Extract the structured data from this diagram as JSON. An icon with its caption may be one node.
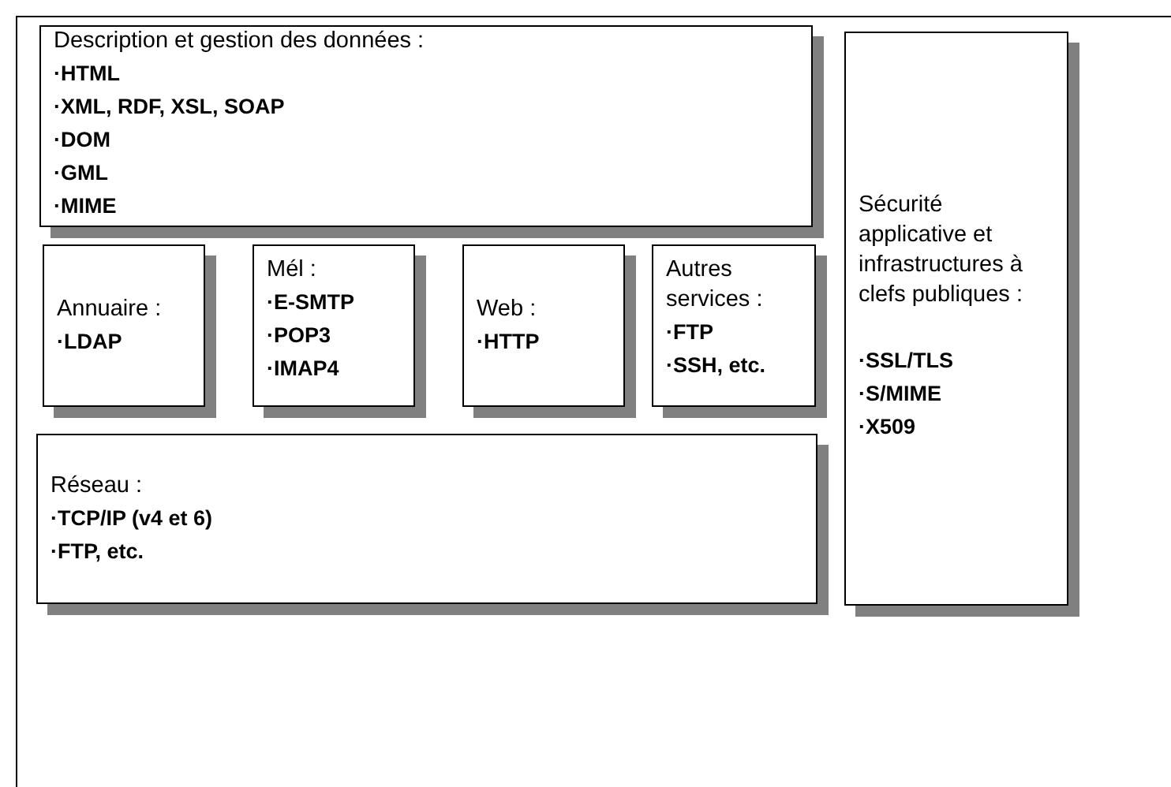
{
  "diagram": {
    "nodes": [
      {
        "text": [
          "Description et gestion des données :",
          "·HTML",
          "·XML, RDF, XSL, SOAP",
          "·DOM",
          "·GML",
          "·MIME"
        ]
      },
      {
        "text": [
          "Annuaire :",
          "·LDAP"
        ]
      },
      {
        "text": [
          "Mél :",
          "·E-SMTP",
          "·POP3",
          "·IMAP4"
        ]
      },
      {
        "text": [
          "Web :",
          "·HTTP"
        ]
      },
      {
        "text": [
          "Autres services :",
          "·FTP",
          "·SSH, etc."
        ]
      },
      {
        "text": [
          "Réseau :",
          "·TCP/IP (v4 et 6)",
          "·FTP, etc."
        ]
      },
      {
        "text": [
          "Sécurité applicative et infrastructures à clefs publiques :",
          "·SSL/TLS",
          "·S/MIME",
          "·X509"
        ]
      }
    ]
  }
}
